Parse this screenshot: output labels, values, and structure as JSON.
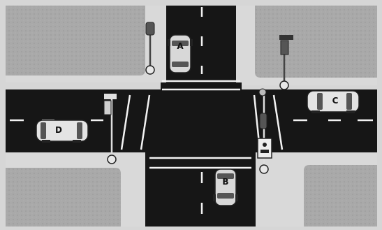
{
  "cars": [
    {
      "id": "car-a",
      "label": "A"
    },
    {
      "id": "car-b",
      "label": "B"
    },
    {
      "id": "car-c",
      "label": "C"
    },
    {
      "id": "car-d",
      "label": "D"
    }
  ]
}
